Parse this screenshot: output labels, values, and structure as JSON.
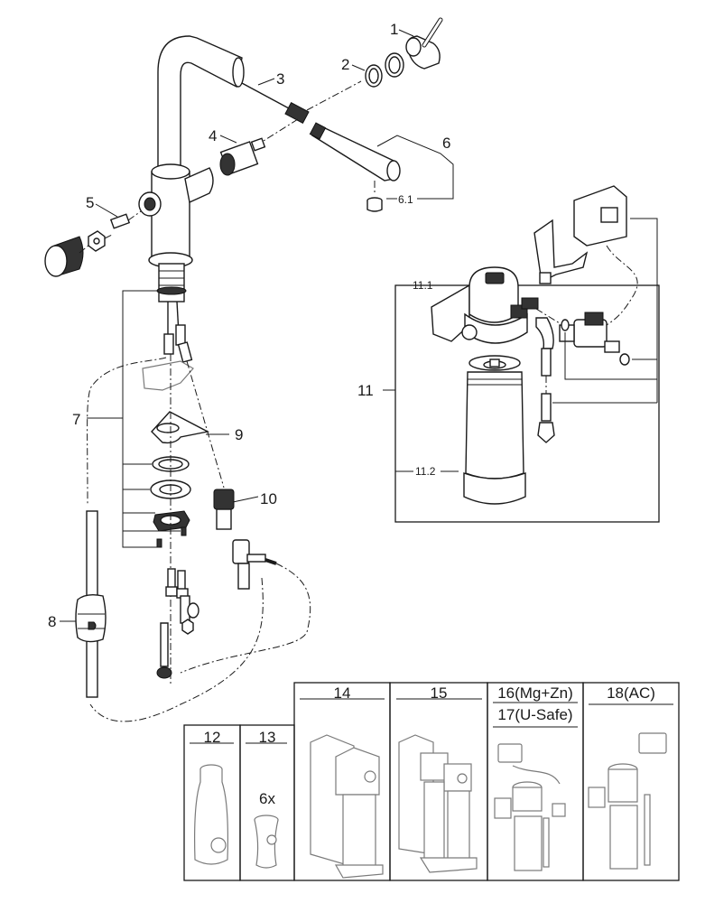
{
  "diagram": {
    "type": "exploded-parts-diagram",
    "subject": "Kitchen faucet with filter system",
    "callouts": [
      {
        "id": "1",
        "label": "1"
      },
      {
        "id": "2",
        "label": "2"
      },
      {
        "id": "3",
        "label": "3"
      },
      {
        "id": "4",
        "label": "4"
      },
      {
        "id": "5",
        "label": "5"
      },
      {
        "id": "6",
        "label": "6"
      },
      {
        "id": "6.1",
        "label": "6.1"
      },
      {
        "id": "7",
        "label": "7"
      },
      {
        "id": "8",
        "label": "8"
      },
      {
        "id": "9",
        "label": "9"
      },
      {
        "id": "10",
        "label": "10"
      },
      {
        "id": "11",
        "label": "11"
      },
      {
        "id": "11.1",
        "label": "11.1"
      },
      {
        "id": "11.2",
        "label": "11.2"
      }
    ],
    "accessories": [
      {
        "id": "12",
        "label": "12",
        "content": "bottle"
      },
      {
        "id": "13",
        "label": "13",
        "quantity": "6x",
        "content": "glass"
      },
      {
        "id": "14",
        "label": "14",
        "content": "single-filter-unit"
      },
      {
        "id": "15",
        "label": "15",
        "content": "double-filter-unit"
      },
      {
        "id": "16-17",
        "label": "16(Mg+Zn)",
        "label2": "17(U-Safe)",
        "content": "filter-with-meter"
      },
      {
        "id": "18",
        "label": "18(AC)",
        "content": "filter-ac"
      }
    ]
  }
}
